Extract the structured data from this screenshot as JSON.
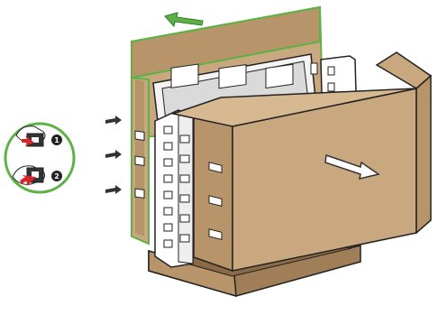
{
  "diagram": {
    "steps": [
      {
        "label": "1"
      },
      {
        "label": "2"
      }
    ],
    "colors": {
      "box_face": "#c9a77f",
      "box_shade": "#b8946a",
      "box_dark": "#a07e57",
      "box_light": "#d6b991",
      "outline": "#222222",
      "highlight": "#5db246",
      "callout_arrow": "#d8262e",
      "foam": "#ffffff",
      "device": "#dadada"
    },
    "icons": [
      "pull-out-arrow-icon",
      "release-tab-arrow-icon",
      "inset-hand-detail"
    ]
  }
}
